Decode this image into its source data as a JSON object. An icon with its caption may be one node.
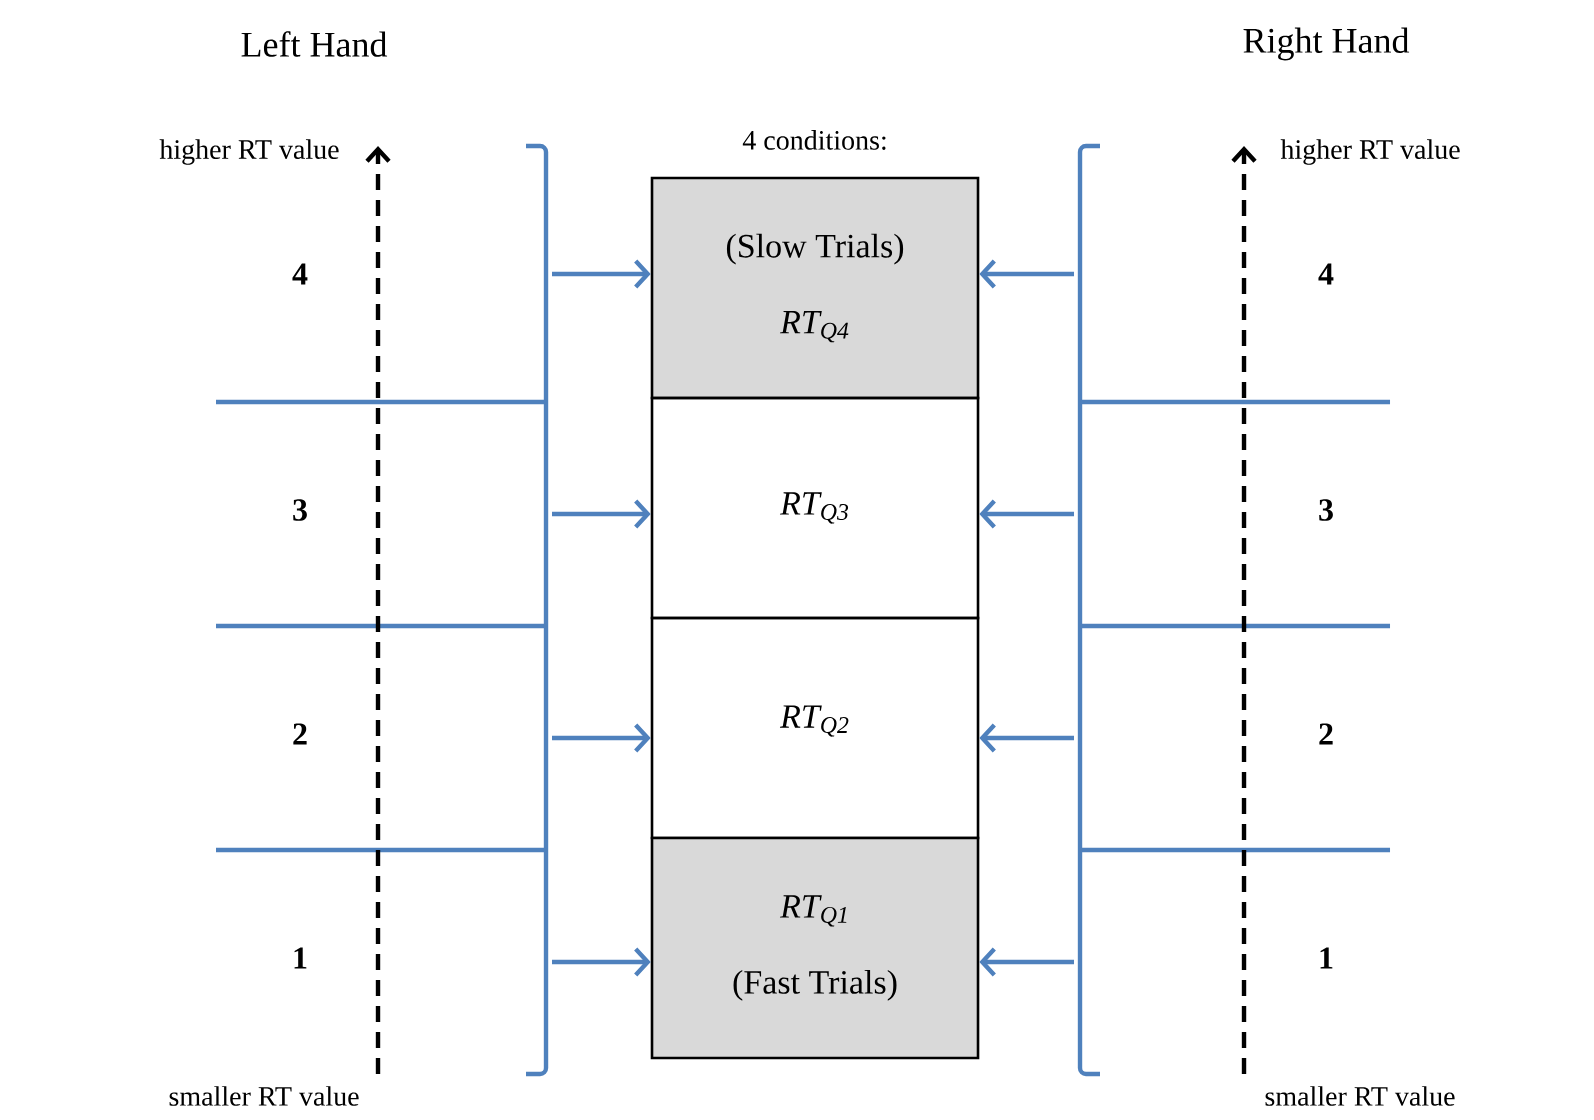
{
  "diagram": {
    "nodes": [
      {
        "text": [
          "(Slow Trials)",
          "RT$_{Q4}$"
        ],
        "beside": [
          "4 conditions:"
        ]
      },
      {
        "text": [
          "RT$_{Q3}$"
        ]
      },
      {
        "text": [
          "RT$_{Q2}$"
        ]
      },
      {
        "text": [
          "RT$_{Q1}$",
          "(Fast Trials)"
        ]
      }
    ],
    "edges": [
      {
        "from": null,
        "to": 0,
        "arrow": "to"
      },
      {
        "from": null,
        "to": 1,
        "arrow": "to"
      },
      {
        "from": null,
        "to": 2,
        "arrow": "to"
      },
      {
        "from": null,
        "to": 3,
        "arrow": "to"
      },
      {
        "from": null,
        "to": 0,
        "arrow": "to"
      },
      {
        "from": null,
        "to": 1,
        "arrow": "to"
      },
      {
        "from": null,
        "to": 2,
        "arrow": "to"
      },
      {
        "from": null,
        "to": 3,
        "arrow": "to"
      }
    ],
    "labels": [
      "Left Hand",
      "Right Hand",
      "higher RT value",
      "higher RT value",
      "4",
      "4",
      "3",
      "3",
      "2",
      "2",
      "1",
      "1",
      "smaller RT value",
      "smaller RT value"
    ]
  }
}
